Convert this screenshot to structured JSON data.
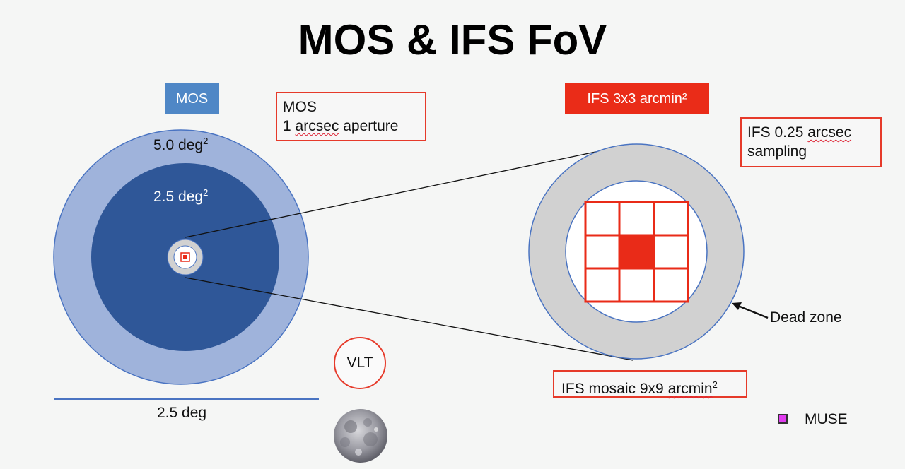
{
  "title": "MOS & IFS FoV",
  "mos_tag": "MOS",
  "ifs_tag": "IFS 3x3 arcmin²",
  "mos_note": {
    "line1": "MOS",
    "line2_a": "1 ",
    "line2_word": "arcsec",
    "line2_b": " aperture"
  },
  "sampling_note": {
    "line1_a": "IFS 0.25 ",
    "line1_word": "arcsec",
    "line2": "sampling"
  },
  "mosaic_note": {
    "text_a": "IFS mosaic 9x9 ",
    "text_word": "arcmin",
    "sup": "2"
  },
  "outer_area": {
    "value": "5.0 deg",
    "sup": "2"
  },
  "inner_area": {
    "value": "2.5 deg",
    "sup": "2"
  },
  "scale_label": "2.5 deg",
  "dead_zone_label": "Dead zone",
  "vlt_label": "VLT",
  "legend": {
    "muse_label": "MUSE",
    "muse_color": "#e13cf0"
  },
  "colors": {
    "outer_fov": "#9fb3db",
    "inner_fov": "#2f5798",
    "ifs_ring": "#d1d1d1",
    "ifs_grid": "#e92b18",
    "border_blue": "#4a74c2"
  },
  "icons": {
    "moon": "moon-image",
    "arrow": "arrow-icon"
  }
}
